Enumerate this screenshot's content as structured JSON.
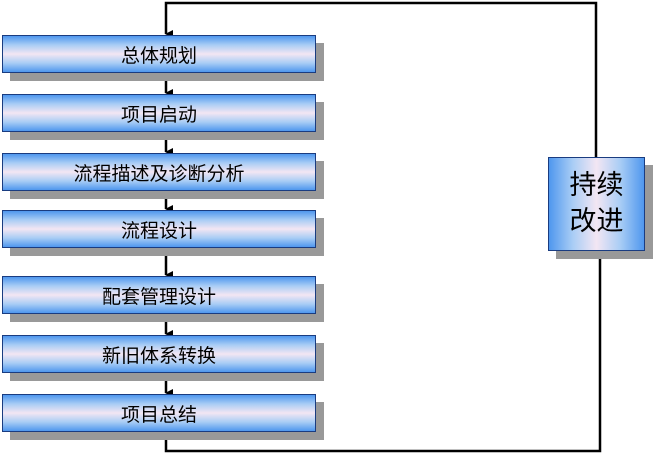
{
  "steps": [
    "总体规划",
    "项目启动",
    "流程描述及诊断分析",
    "流程设计",
    "配套管理设计",
    "新旧体系转换",
    "项目总结"
  ],
  "loop_label": "持续改进"
}
